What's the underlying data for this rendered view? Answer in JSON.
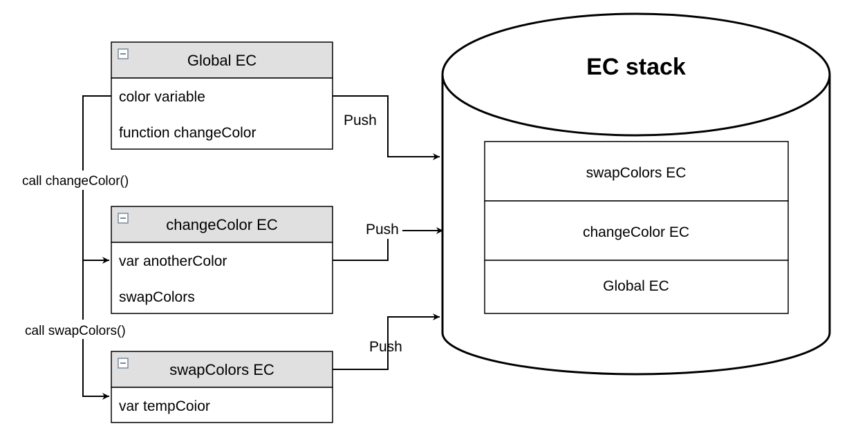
{
  "stack": {
    "title": "EC stack",
    "items": [
      "swapColors EC",
      "changeColor EC",
      "Global EC"
    ]
  },
  "boxes": [
    {
      "title": "Global EC",
      "items": [
        "color variable",
        "function changeColor"
      ]
    },
    {
      "title": "changeColor EC",
      "items": [
        "var anotherColor",
        "swapColors"
      ]
    },
    {
      "title": "swapColors EC",
      "items": [
        "var tempCoior"
      ]
    }
  ],
  "calls": [
    "call changeColor()",
    "call swapColors()"
  ],
  "push_labels": [
    "Push",
    "Push",
    "Push"
  ],
  "icons": {
    "collapse": "minus-square-icon"
  },
  "colors": {
    "header": "#e0e0e0",
    "stroke": "#000000",
    "icon": "#7a8a99"
  }
}
